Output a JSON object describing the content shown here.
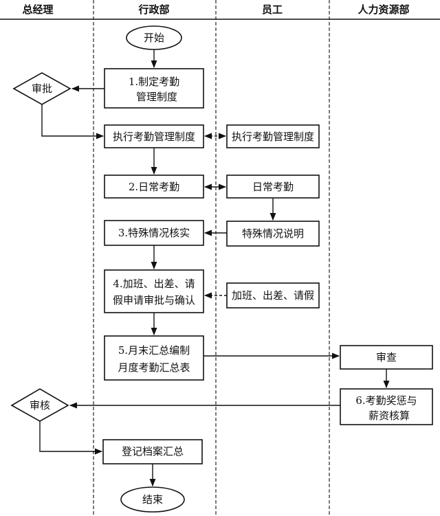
{
  "lanes": [
    "总经理",
    "行政部",
    "员工",
    "人力资源部"
  ],
  "nodes": {
    "start": "开始",
    "approve": "审批",
    "step1": [
      "1.制定考勤",
      "管理制度"
    ],
    "exec_admin": "执行考勤管理制度",
    "exec_staff": "执行考勤管理制度",
    "step2": "2.日常考勤",
    "daily_staff": "日常考勤",
    "step3": "3.特殊情况核实",
    "special_staff": "特殊情况说明",
    "step4": [
      "4.加班、出差、请",
      "假申请审批与确认"
    ],
    "request_staff": "加班、出差、请假",
    "step5": [
      "5.月末汇总编制",
      "月度考勤汇总表"
    ],
    "review_hr": "审查",
    "step6": [
      "6.考勤奖惩与",
      "薪资核算"
    ],
    "audit": "审核",
    "archive": "登记档案汇总",
    "end": "结束"
  }
}
